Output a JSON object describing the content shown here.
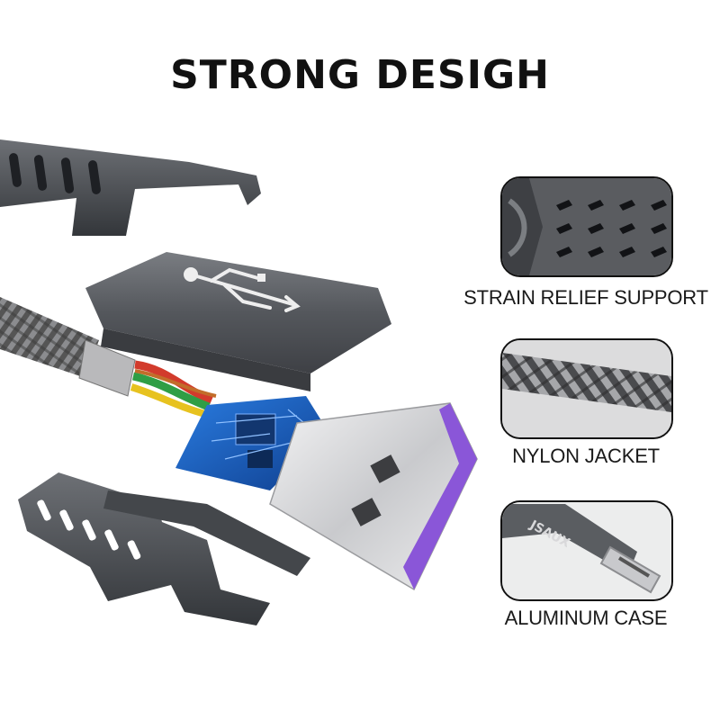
{
  "title": "STRONG DESIGH",
  "features": [
    {
      "label": "STRAIN RELIEF SUPPORT",
      "icon": "strain-relief-icon"
    },
    {
      "label": "NYLON JACKET",
      "icon": "braided-cable-icon"
    },
    {
      "label": "ALUMINUM CASE",
      "icon": "usb-c-connector-icon"
    }
  ],
  "brand_mark": "JSAUX",
  "colors": {
    "metal_gray": "#5b5d61",
    "connector_silver": "#d9dadc",
    "accent_purple": "#8a56d8",
    "pcb_blue": "#1f62c7"
  }
}
